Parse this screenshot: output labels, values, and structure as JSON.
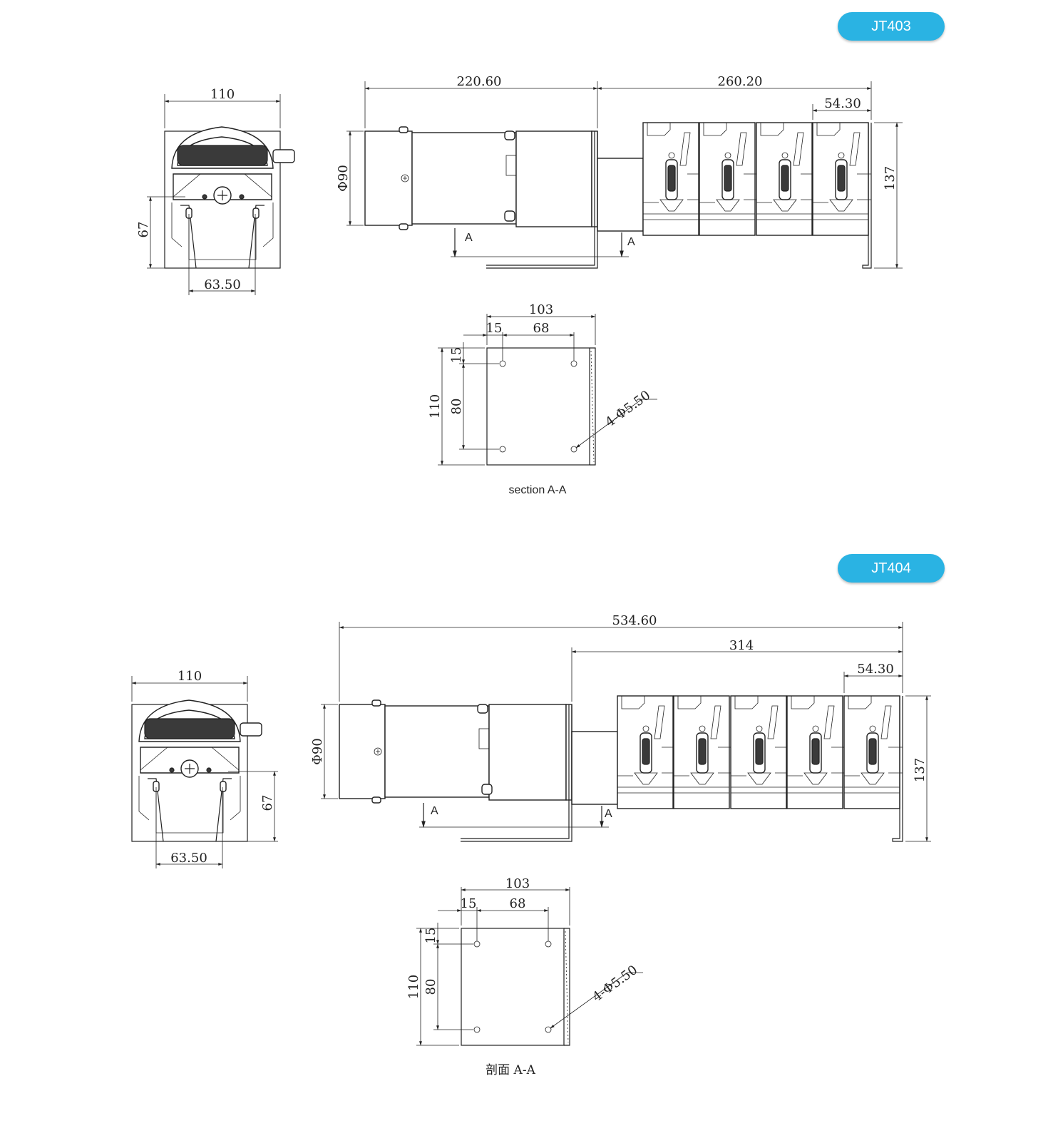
{
  "models": [
    {
      "badge": "JT403",
      "front": {
        "width": "110",
        "height": "67",
        "tube_spacing": "63.50"
      },
      "side": {
        "motor_length": "220.60",
        "head_length": "260.20",
        "head_pitch": "54.30",
        "motor_diameter": "Φ90",
        "height": "137",
        "section_mark": "A"
      },
      "section": {
        "width": "103",
        "edge_offset": "15",
        "hole_spacing": "68",
        "vert_offset": "15",
        "vert_spacing": "80",
        "height": "110",
        "holes": "4-Φ5.50",
        "caption": "section A-A"
      }
    },
    {
      "badge": "JT404",
      "front": {
        "width": "110",
        "height": "67",
        "tube_spacing": "63.50"
      },
      "side": {
        "overall_length": "534.60",
        "head_length": "314",
        "head_pitch": "54.30",
        "motor_diameter": "Φ90",
        "height": "137",
        "section_mark": "A"
      },
      "section": {
        "width": "103",
        "edge_offset": "15",
        "hole_spacing": "68",
        "vert_offset": "15",
        "vert_spacing": "80",
        "height": "110",
        "holes": "4-Φ5.50",
        "caption": "剖面 A-A"
      }
    }
  ]
}
